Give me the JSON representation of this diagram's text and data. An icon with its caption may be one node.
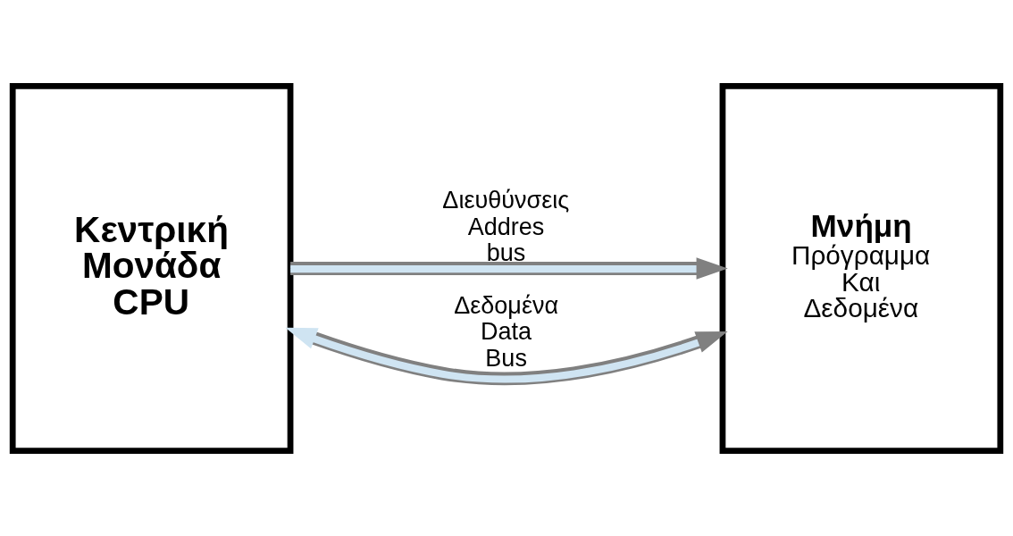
{
  "diagram": {
    "nodes": [
      {
        "text": [
          "Κεντρική Μονάδα CPU"
        ]
      },
      {
        "text": [
          "Μνήμη",
          "Πρόγραμμα Και Δεδομένα"
        ]
      }
    ],
    "edges": [
      {
        "from": 0,
        "to": 1,
        "arrow": "to",
        "label": "Διευθύνσεις Addres bus"
      },
      {
        "from": 0,
        "to": 1,
        "arrow": "both",
        "label": "Δεδομένα Data Bus"
      }
    ]
  }
}
